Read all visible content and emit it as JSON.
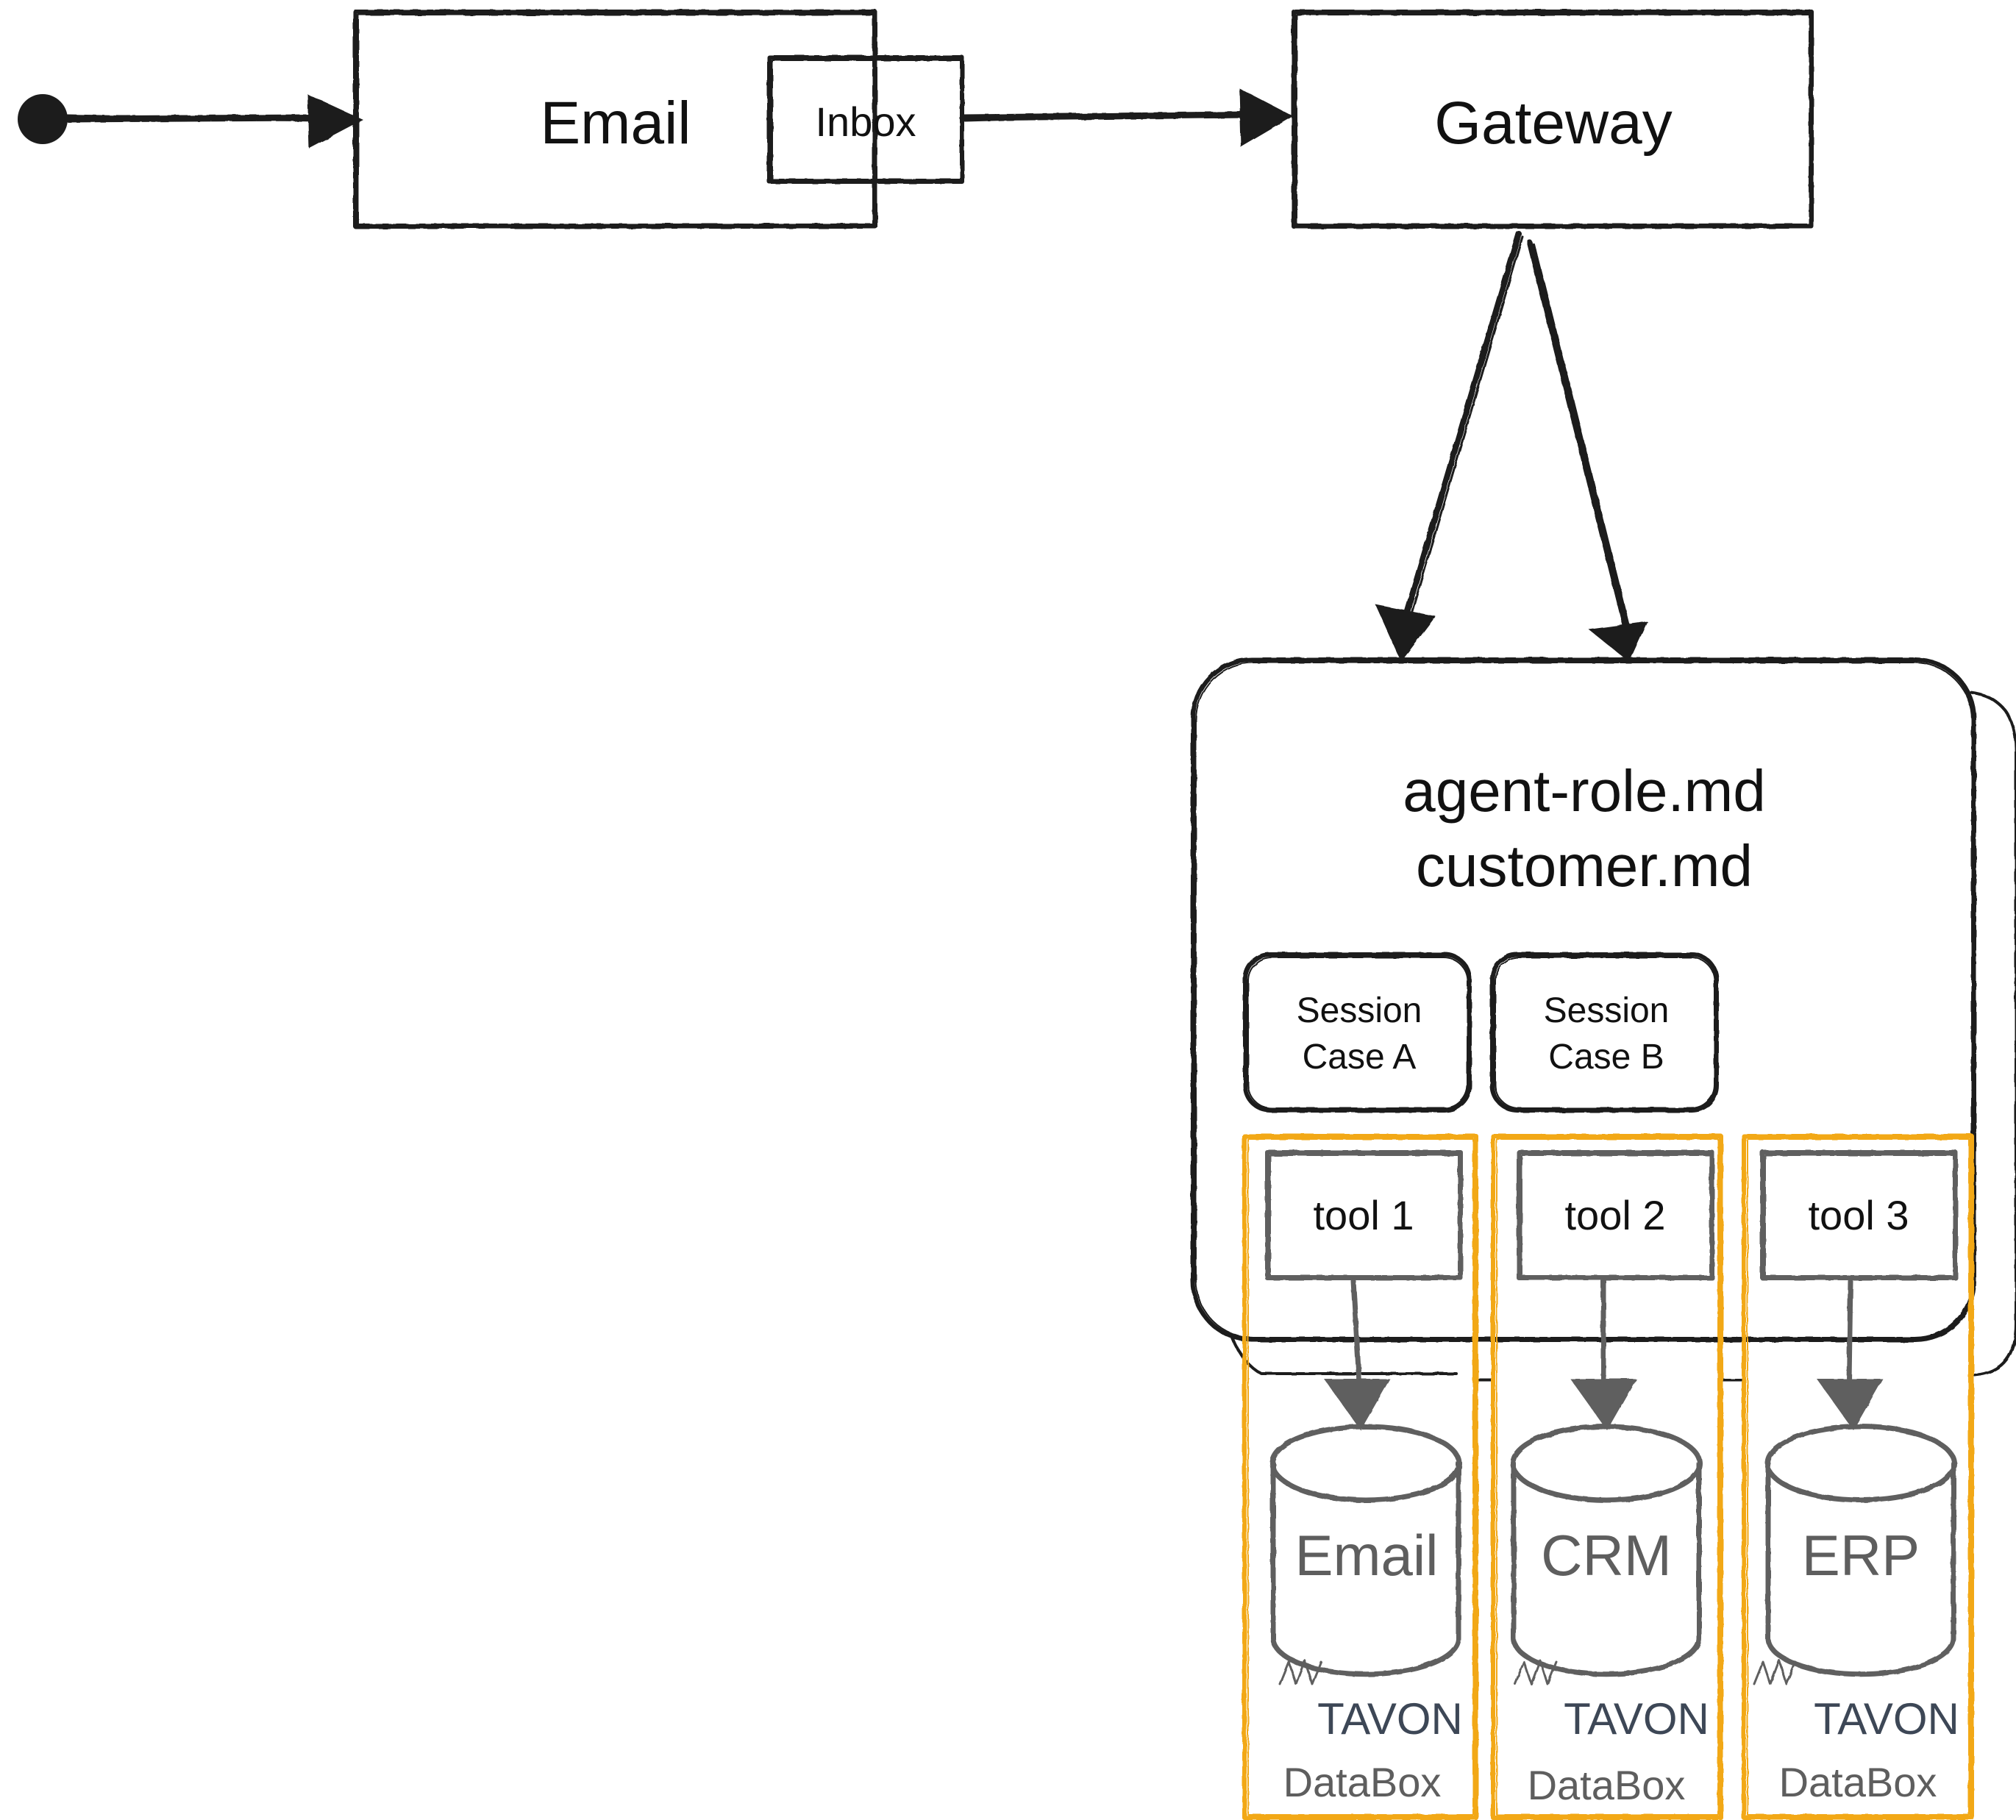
{
  "email_box": {
    "label": "Email",
    "port_label": "Inbox"
  },
  "gateway_box": {
    "label": "Gateway"
  },
  "agent_box": {
    "line1": "agent-role.md",
    "line2": "customer.md"
  },
  "sessions": [
    {
      "line1": "Session",
      "line2": "Case A"
    },
    {
      "line1": "Session",
      "line2": "Case B"
    }
  ],
  "databoxes": [
    {
      "tool": "tool 1",
      "store": "Email",
      "brand": "TAVON",
      "product": "DataBox"
    },
    {
      "tool": "tool 2",
      "store": "CRM",
      "brand": "TAVON",
      "product": "DataBox"
    },
    {
      "tool": "tool 3",
      "store": "ERP",
      "brand": "TAVON",
      "product": "DataBox"
    }
  ],
  "colors": {
    "ink": "#1c1c1c",
    "grey_ink": "#5e5e5e",
    "databox_border": "#f2a814",
    "brand_text": "#3d4756"
  }
}
